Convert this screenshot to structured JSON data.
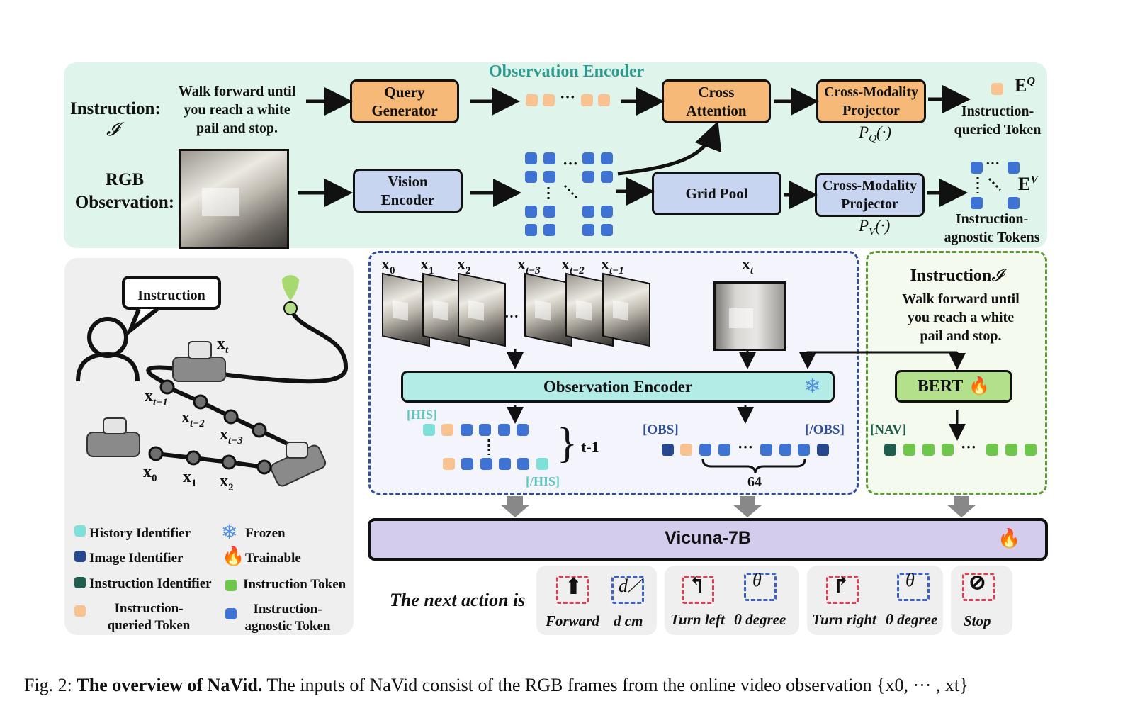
{
  "top": {
    "encoder_title": "Observation Encoder",
    "instruction_label": "Instruction:",
    "instruction_symbol": "𝓘",
    "instruction_text": [
      "Walk forward until",
      "you reach a white",
      "pail and stop."
    ],
    "rgb_label": [
      "RGB",
      "Observation:"
    ],
    "query_generator": [
      "Query",
      "Generator"
    ],
    "cross_attention": [
      "Cross",
      "Attention"
    ],
    "projector_q": [
      "Cross-Modality",
      "Projector"
    ],
    "pq_formula": "PQ(·)",
    "eq_label": "EQ",
    "eq_desc": [
      "Instruction-",
      "queried Token"
    ],
    "vision_encoder": [
      "Vision",
      "Encoder"
    ],
    "grid_pool": "Grid Pool",
    "projector_v": [
      "Cross-Modality",
      "Projector"
    ],
    "pv_formula": "PV(·)",
    "ev_label": "EV",
    "ev_desc": [
      "Instruction-",
      "agnostic Tokens"
    ]
  },
  "left": {
    "bubble": "Instruction",
    "robot_labels": [
      "xt",
      "xt−1",
      "xt−2",
      "xt−3",
      "x0",
      "x1",
      "x2"
    ],
    "legend": [
      {
        "label": "History Identifier",
        "color": "#7fe0da"
      },
      {
        "label": "Frozen",
        "icon": "snowflake"
      },
      {
        "label": "Image Identifier",
        "color": "#27478f"
      },
      {
        "label": "Trainable",
        "icon": "fire"
      },
      {
        "label": "Instruction Identifier",
        "color": "#1f5d4c"
      },
      {
        "label": "Instruction Token",
        "color": "#6ec64b"
      },
      {
        "label": "Instruction-\nqueried Token",
        "color": "#f8c291"
      },
      {
        "label": "Instruction-\nagnostic Token",
        "color": "#3f73d3"
      }
    ]
  },
  "middle": {
    "frame_labels": [
      "x0",
      "x1",
      "x2",
      "xt−3",
      "xt−2",
      "xt−1",
      "xt"
    ],
    "encoder": "Observation Encoder",
    "his": "[HIS]",
    "his_end": "[/HIS]",
    "t_minus_1": "t-1",
    "obs": "[OBS]",
    "obs_end": "[/OBS]",
    "count": "64"
  },
  "right": {
    "title": "Instruction",
    "symbol": "𝓘",
    "text": [
      "Walk forward until",
      "you reach a white",
      "pail and stop."
    ],
    "bert": "BERT",
    "nav": "[NAV]"
  },
  "llm": "Vicuna-7B",
  "actions": {
    "prompt": "The next action is",
    "items": [
      "Forward",
      "d cm",
      "Turn left",
      "θ degree",
      "Turn right",
      "θ degree",
      "Stop"
    ]
  },
  "caption": {
    "prefix": "Fig. 2:",
    "bold": "The overview of NaVid.",
    "text": "The inputs of NaVid consist of the RGB frames from the online video observation {x0, ··· , xt}"
  },
  "colors": {
    "top_bg": "#dff5ec",
    "left_bg": "#efefef",
    "encoder_cyan": "#b3ebe6",
    "bert_green": "#b3e08a",
    "llm_purple": "#d4ccec",
    "dash_blue": "#2f4f9a",
    "dash_green": "#5d9a38"
  }
}
